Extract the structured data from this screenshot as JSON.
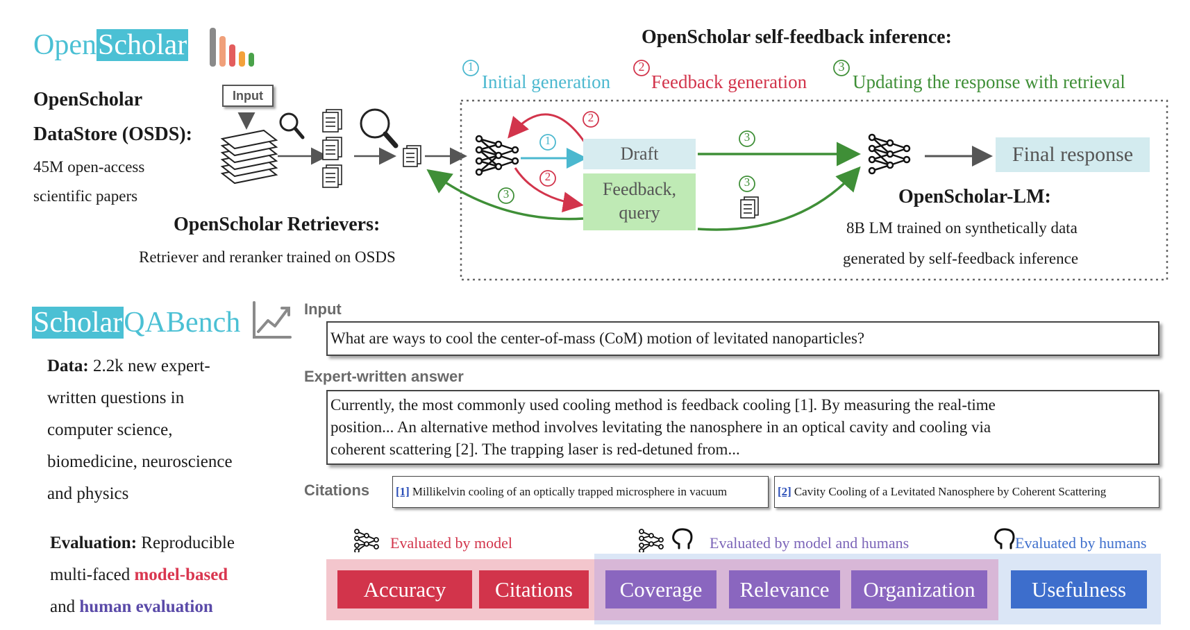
{
  "openscholar_logo": {
    "open": "Open",
    "scholar": "Scholar"
  },
  "datastore": {
    "title_line1": "OpenScholar",
    "title_line2": "DataStore (OSDS):",
    "desc_line1": "45M open-access",
    "desc_line2": "scientific papers"
  },
  "input_tag": "Input",
  "retrievers": {
    "title": "OpenScholar Retrievers:",
    "desc": "Retriever and reranker  trained on OSDS"
  },
  "inference": {
    "title": "OpenScholar self-feedback inference:",
    "steps": [
      {
        "num": "1",
        "label": "Initial generation",
        "color": "#4bb8cf"
      },
      {
        "num": "2",
        "label": "Feedback generation",
        "color": "#d2344b"
      },
      {
        "num": "3",
        "label": "Updating the response with retrieval",
        "color": "#3f8f37"
      }
    ],
    "draft": "Draft",
    "feedback_line1": "Feedback,",
    "feedback_line2": "query",
    "final_response": "Final response",
    "edge_marks": {
      "one": "1",
      "two": "2",
      "three": "3"
    }
  },
  "lm": {
    "title": "OpenScholar-LM:",
    "desc_line1": "8B LM trained on synthetically data",
    "desc_line2": "generated by self-feedback inference"
  },
  "bench_logo": {
    "scholar": "Scholar",
    "qabench": "QABench"
  },
  "bench_data": {
    "label": "Data:",
    "line1": " 2.2k new expert-",
    "line2": "written questions in",
    "line3": "computer science,",
    "line4": "biomedicine, neuroscience",
    "line5": "and physics"
  },
  "bench_eval": {
    "label": "Evaluation:",
    "line1_rest": " Reproducible",
    "line2_prefix": "multi-faced ",
    "model_based": "model-based",
    "line3_prefix": "and ",
    "human_eval": "human evaluation"
  },
  "example": {
    "input_label": "Input",
    "question": "What are ways to cool the center-of-mass (CoM) motion of levitated nanoparticles?",
    "answer_label": "Expert-written answer",
    "answer_line1": "Currently, the most commonly used cooling method is feedback cooling [1]. By measuring the real-time",
    "answer_line2": "position... An alternative method involves levitating the nanosphere in an optical cavity and cooling via",
    "answer_line3": "coherent scattering [2]. The trapping laser is red-detuned from...",
    "citations_label": "Citations",
    "citations": [
      {
        "num": "[1]",
        "title": "Millikelvin cooling of an optically trapped microsphere in vacuum"
      },
      {
        "num": "[2]",
        "title": "Cavity Cooling of a Levitated Nanosphere by Coherent Scattering"
      }
    ]
  },
  "eval_legend": {
    "model": "Evaluated by model",
    "model_humans": "Evaluated by model and humans",
    "humans": "Evaluated by humans"
  },
  "metrics": [
    {
      "label": "Accuracy",
      "color": "#d2344b"
    },
    {
      "label": "Citations",
      "color": "#d2344b"
    },
    {
      "label": "Coverage",
      "color": "#8a66bf"
    },
    {
      "label": "Relevance",
      "color": "#8a66bf"
    },
    {
      "label": "Organization",
      "color": "#8a66bf"
    },
    {
      "label": "Usefulness",
      "color": "#3d6ecc"
    }
  ],
  "colors": {
    "teal": "#4bc0d4",
    "red": "#d2344b",
    "green": "#3f8f37",
    "purple": "#5a4aa8",
    "draft_bg": "#d7ecf0",
    "feedback_bg": "#bfeab5",
    "final_bg": "#d3ebef"
  }
}
